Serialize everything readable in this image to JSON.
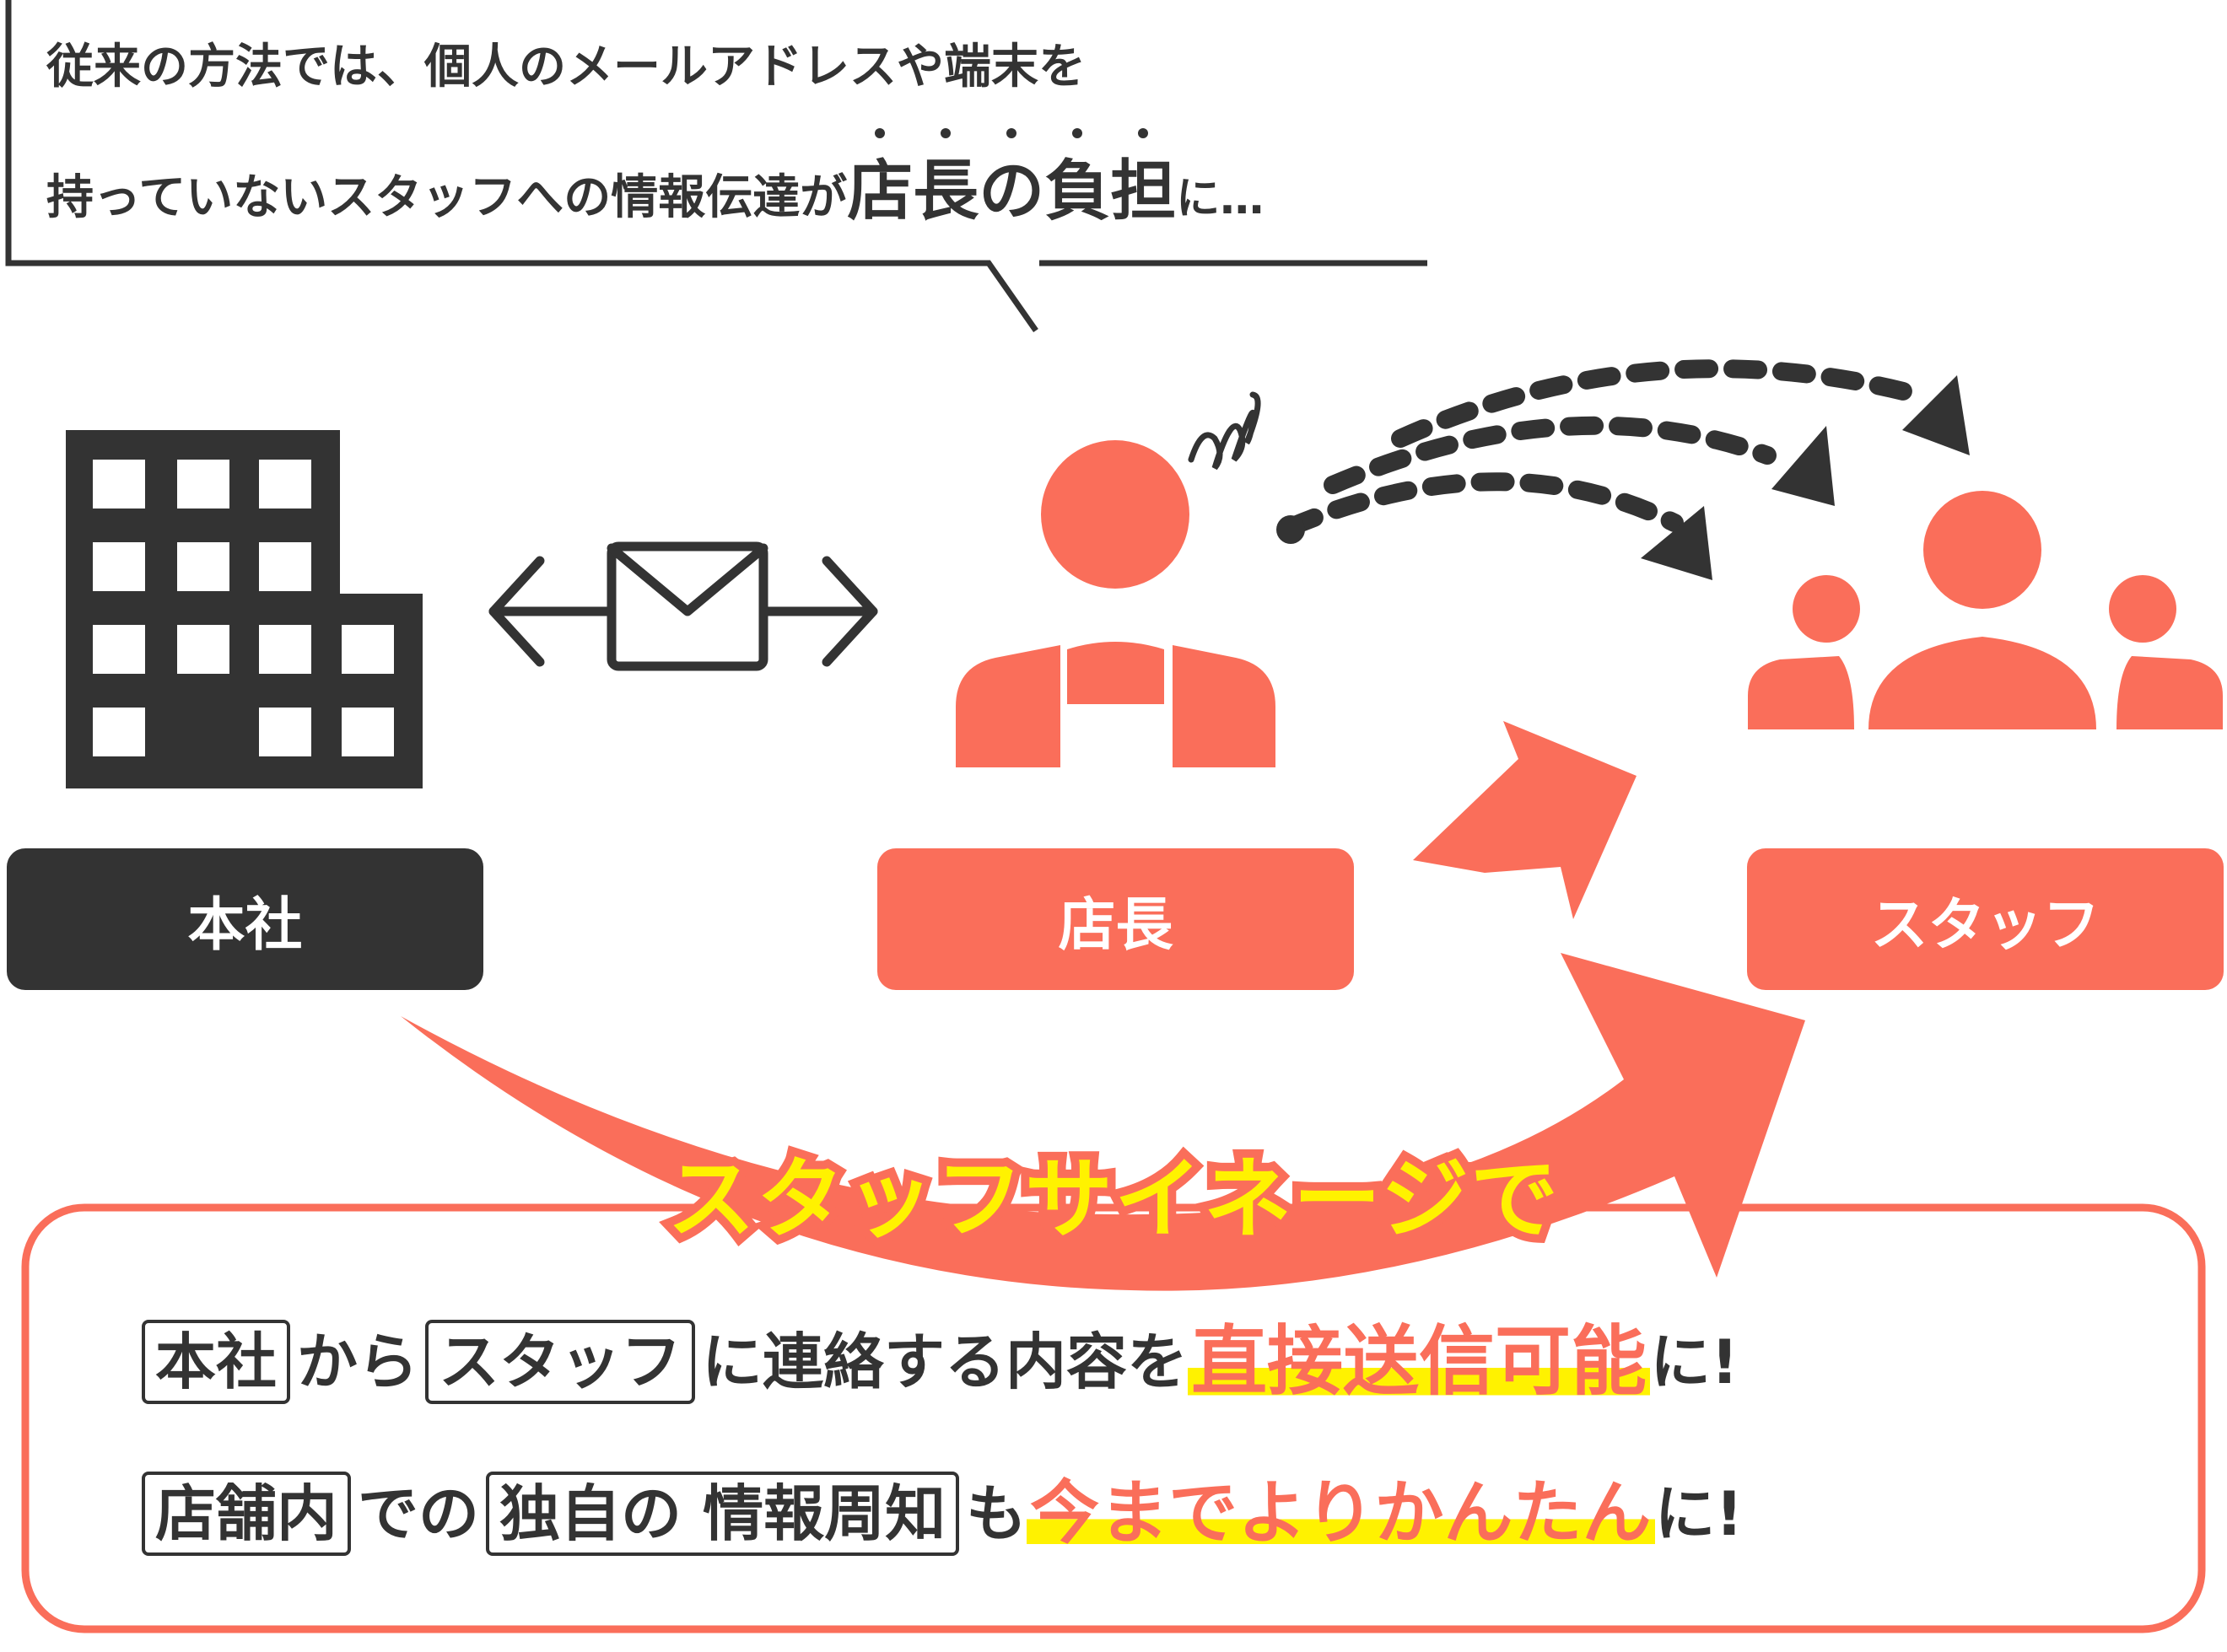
{
  "bubble": {
    "line1": "従来の方法では、個人のメールアドレスや端末を",
    "line2_prefix": "持っていないスタッフへの情報伝達が",
    "line2_emphasis": [
      "店",
      "長",
      "の",
      "負",
      "担"
    ],
    "line2_suffix": "に…"
  },
  "labels": {
    "hq": "本社",
    "manager": "店長",
    "staff": "スタッフ"
  },
  "signage_title": "スタッフサイネージで",
  "benefit1": {
    "box1": "本社",
    "text1": "から",
    "box2": "スタッフ",
    "text2": "に連絡する内容を",
    "highlight": "直接送信可能",
    "suffix": "に!"
  },
  "benefit2": {
    "box1": "店舗内",
    "text1": "での",
    "box2": "独自の 情報周知",
    "text2": "も",
    "highlight": "今までよりかんたん",
    "suffix": "に!"
  },
  "colors": {
    "coral": "#FA6E5A",
    "dark": "#333333",
    "highlight_yellow": "#FFF200"
  },
  "icons": [
    "building-icon",
    "mail-icon",
    "manager-person-icon",
    "staff-group-icon",
    "worry-swirl-icon"
  ]
}
